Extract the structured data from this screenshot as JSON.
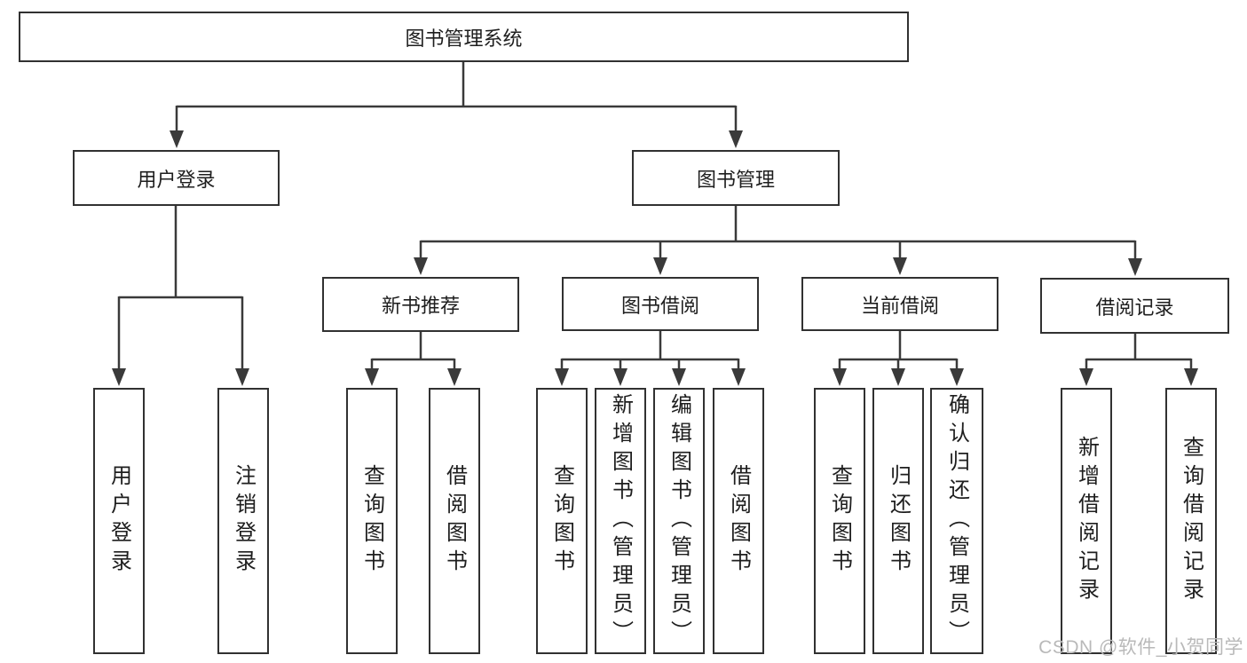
{
  "tree": {
    "root": "图书管理系统",
    "user_login": {
      "label": "用户登录",
      "children": [
        "用户登录",
        "注销登录"
      ]
    },
    "book_management": {
      "label": "图书管理"
    },
    "new_book_recommend": {
      "label": "新书推荐",
      "children": [
        "查询图书",
        "借阅图书"
      ]
    },
    "book_borrow": {
      "label": "图书借阅",
      "children": [
        "查询图书",
        "新增图书（管理员）",
        "编辑图书（管理员）",
        "借阅图书"
      ]
    },
    "current_borrow": {
      "label": "当前借阅",
      "children": [
        "查询图书",
        "归还图书",
        "确认归还（管理员）"
      ]
    },
    "borrow_records": {
      "label": "借阅记录",
      "children": [
        "新增借阅记录",
        "查询借阅记录"
      ]
    }
  },
  "watermark": "CSDN @软件_小贺同学",
  "colors": {
    "line": "#3a3a3a",
    "box_border": "#313131",
    "text": "#1e1e1e",
    "background": "#ffffff",
    "watermark": "#b9b9b9"
  }
}
